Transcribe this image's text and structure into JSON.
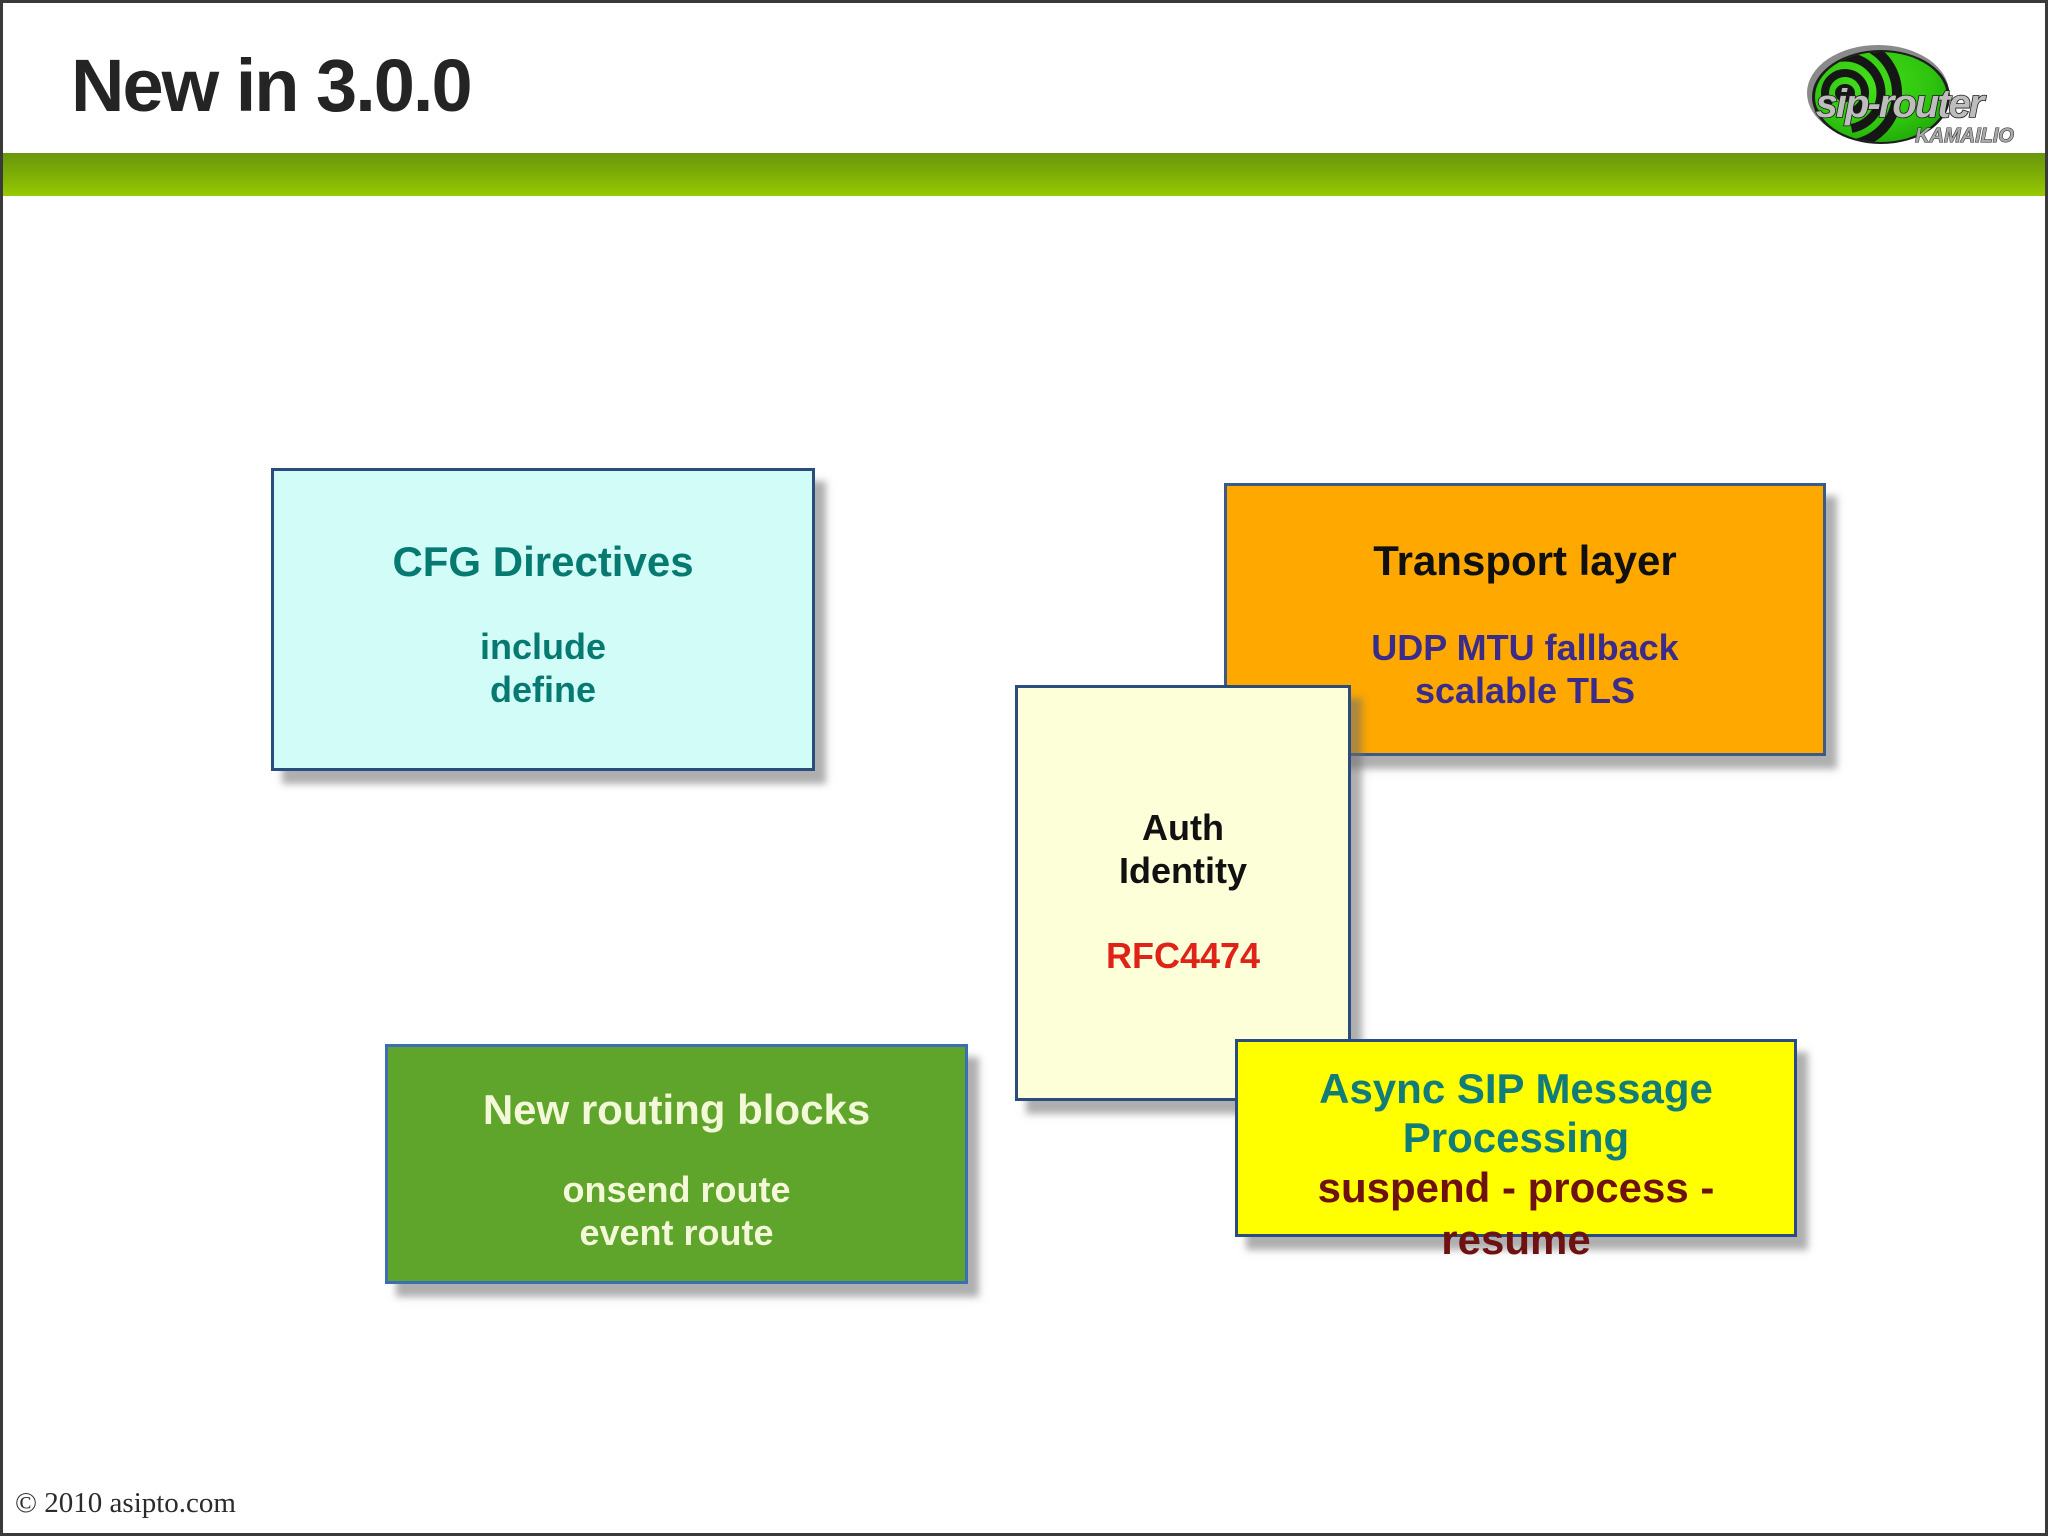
{
  "header": {
    "title": "New in 3.0.0"
  },
  "logo": {
    "brand": "sip-router",
    "sub": "KAMAILIO"
  },
  "boxes": {
    "cfg": {
      "title": "CFG Directives",
      "line1": "include",
      "line2": "define"
    },
    "transport": {
      "title": "Transport layer",
      "line1": "UDP MTU fallback",
      "line2": "scalable TLS"
    },
    "auth": {
      "title1": "Auth",
      "title2": "Identity",
      "line1": "RFC4474"
    },
    "routing": {
      "title": "New routing blocks",
      "line1": "onsend route",
      "line2": "event route"
    },
    "async": {
      "title1": "Async SIP Message",
      "title2": "Processing",
      "line1": "suspend - process - resume"
    }
  },
  "footer": {
    "copyright": "© 2010 asipto.com"
  },
  "palette": {
    "slide_border": "#3a3a3a",
    "bar_gradient_top": "#69960a",
    "bar_gradient_bottom": "#96ca02",
    "cfg_fill": "#d2fcf8",
    "transport_fill": "#fea800",
    "auth_fill": "#fdffd8",
    "routing_fill": "#5fa42b",
    "async_fill": "#ffff00",
    "border_navy": "#2a4d7e",
    "border_blue": "#3a6fb5",
    "teal_text": "#067a71",
    "indigo_text": "#3b2b8a",
    "black_text": "#101010",
    "red_text": "#df2318",
    "cream_text": "#f3f8d9",
    "maroon_text": "#6e1111",
    "logo_green": "#2fc40e"
  }
}
